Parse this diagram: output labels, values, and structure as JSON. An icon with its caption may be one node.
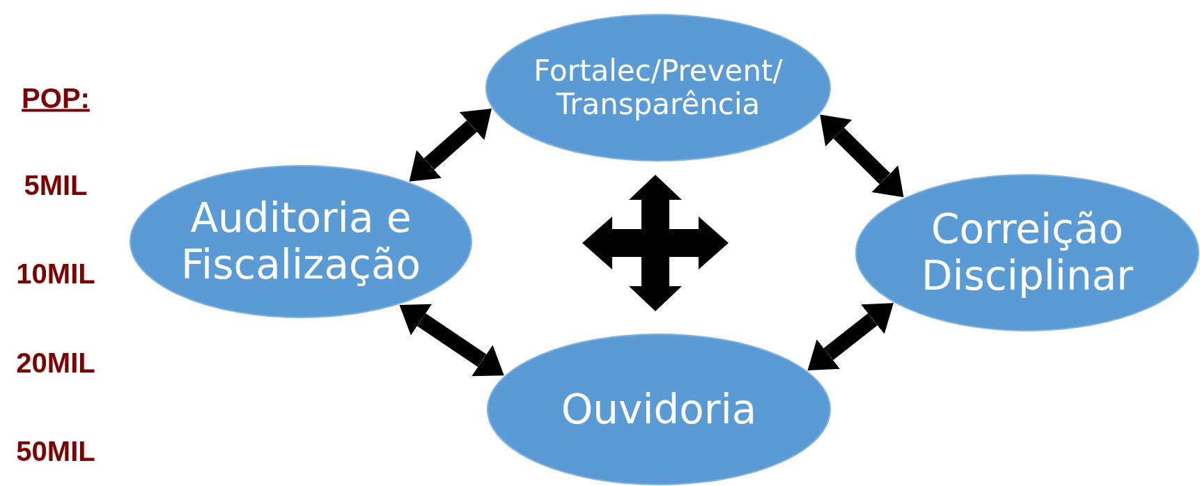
{
  "diagram": {
    "nodes": [
      {
        "text": [
          "Fortalec/Prevent/ Transparência"
        ]
      },
      {
        "text": [
          "Auditoria e Fiscalização"
        ]
      },
      {
        "text": [
          "Correição Disciplinar"
        ]
      },
      {
        "text": [
          "Ouvidoria"
        ]
      }
    ],
    "edges": [
      {
        "from": 0,
        "to": 1,
        "arrow": "both"
      },
      {
        "from": 0,
        "to": 2,
        "arrow": "both"
      },
      {
        "from": 2,
        "to": 3,
        "arrow": "both"
      },
      {
        "from": 1,
        "to": 3,
        "arrow": "both"
      }
    ],
    "labels": [
      "POP:",
      "5MIL",
      "10MIL",
      "20MIL",
      "50MIL"
    ]
  }
}
